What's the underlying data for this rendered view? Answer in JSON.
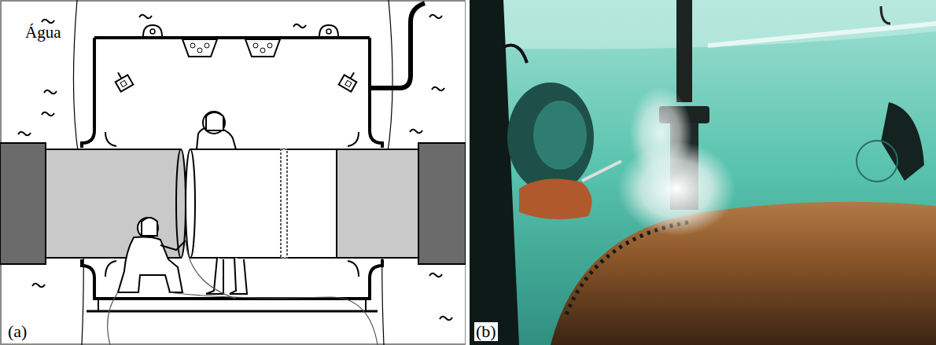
{
  "diagram": {
    "labels": [
      "Água",
      "(a)",
      "(b)"
    ]
  }
}
